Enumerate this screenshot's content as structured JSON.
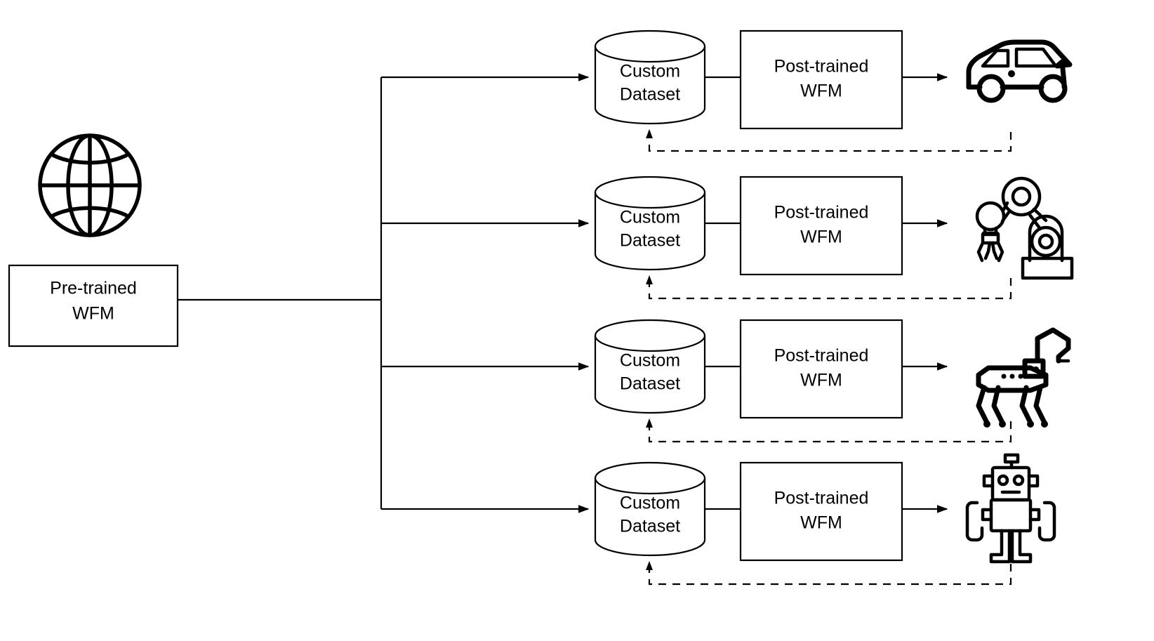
{
  "diagram": {
    "title": "Pre-trained WFM post-training pipeline",
    "colors": {
      "stroke": "#000000",
      "fill": "#ffffff",
      "background": "#ffffff"
    },
    "source": {
      "icon": "globe-icon",
      "node_label_line1": "Pre-trained",
      "node_label_line2": "WFM"
    },
    "branch_count": 4,
    "branches": [
      {
        "dataset_label_line1": "Custom",
        "dataset_label_line2": "Dataset",
        "model_label_line1": "Post-trained",
        "model_label_line2": "WFM",
        "target_icon": "car-icon",
        "target_name": "autonomous-vehicle"
      },
      {
        "dataset_label_line1": "Custom",
        "dataset_label_line2": "Dataset",
        "model_label_line1": "Post-trained",
        "model_label_line2": "WFM",
        "target_icon": "robot-arm-icon",
        "target_name": "industrial-manipulator"
      },
      {
        "dataset_label_line1": "Custom",
        "dataset_label_line2": "Dataset",
        "model_label_line1": "Post-trained",
        "model_label_line2": "WFM",
        "target_icon": "robot-dog-icon",
        "target_name": "quadruped-robot"
      },
      {
        "dataset_label_line1": "Custom",
        "dataset_label_line2": "Dataset",
        "model_label_line1": "Post-trained",
        "model_label_line2": "WFM",
        "target_icon": "humanoid-robot-icon",
        "target_name": "humanoid-robot"
      }
    ],
    "edges": {
      "solid_style": "solid arrow",
      "feedback_style": "dashed arrow"
    }
  }
}
